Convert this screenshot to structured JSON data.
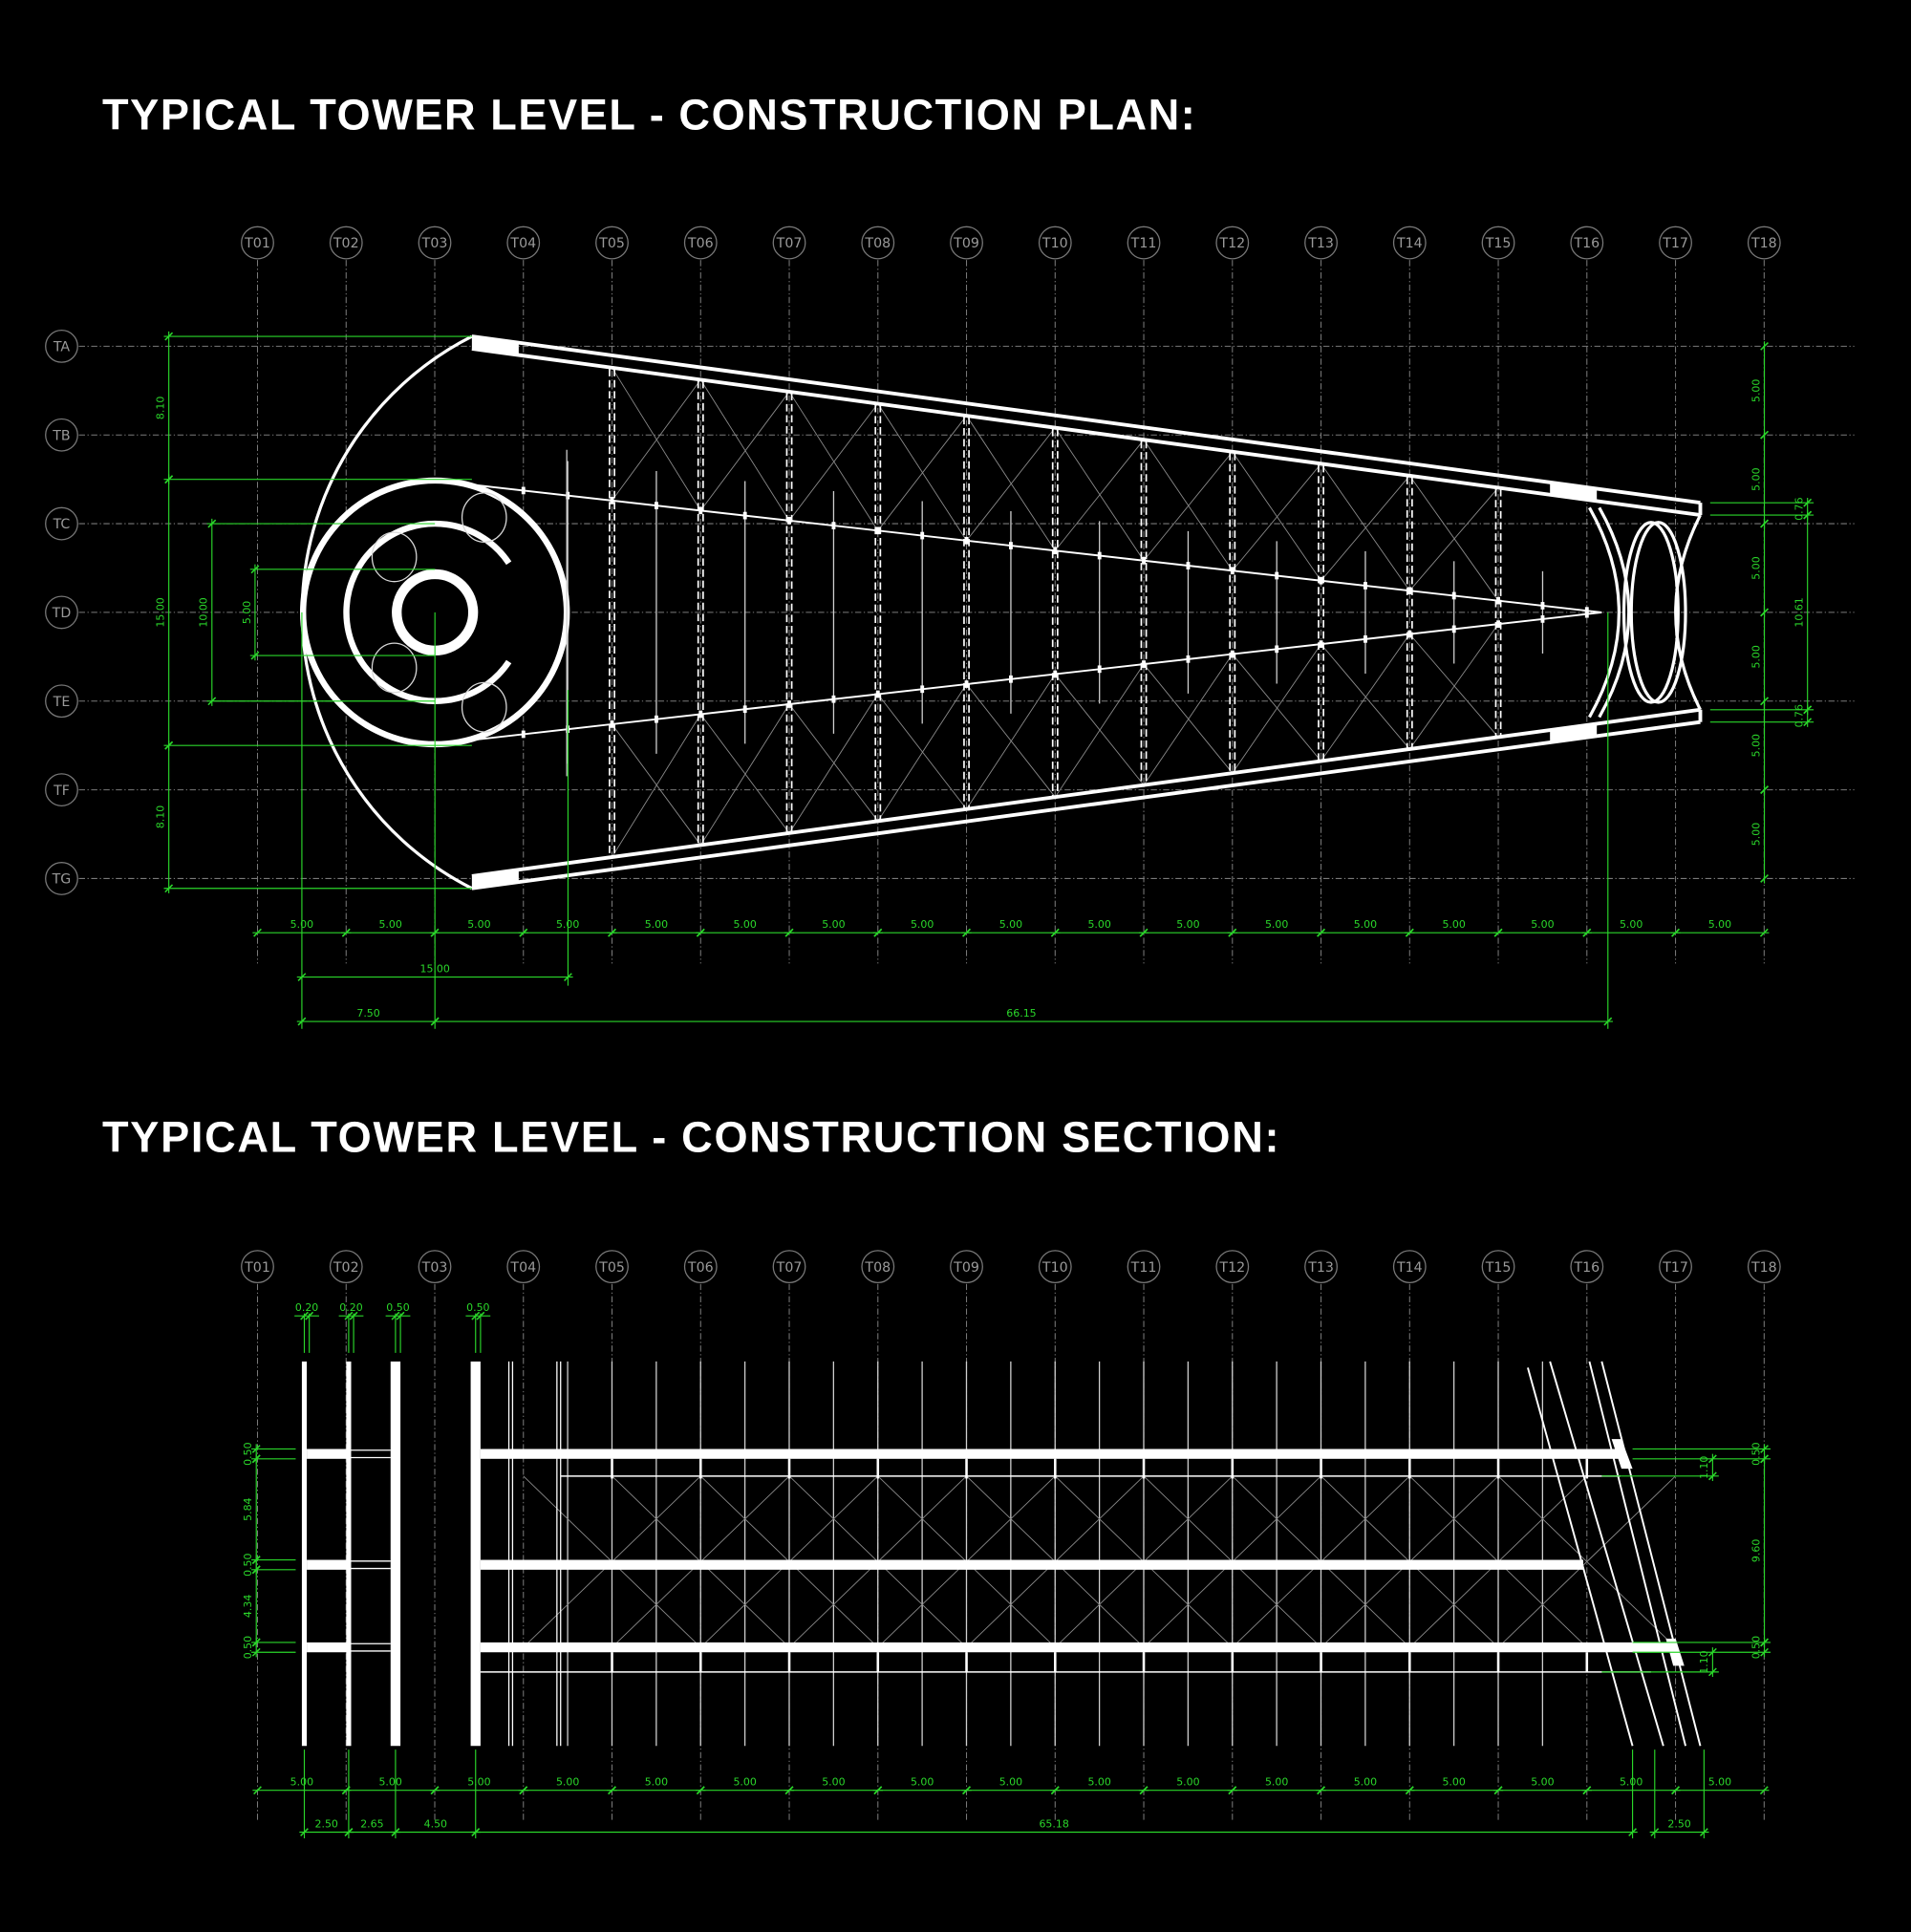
{
  "titles": {
    "plan": "TYPICAL TOWER LEVEL - CONSTRUCTION PLAN:",
    "section": "TYPICAL TOWER LEVEL - CONSTRUCTION SECTION:"
  },
  "grid": {
    "columns": [
      "T01",
      "T02",
      "T03",
      "T04",
      "T05",
      "T06",
      "T07",
      "T08",
      "T09",
      "T10",
      "T11",
      "T12",
      "T13",
      "T14",
      "T15",
      "T16",
      "T17",
      "T18"
    ],
    "rows": [
      "TA",
      "TB",
      "TC",
      "TD",
      "TE",
      "TF",
      "TG"
    ]
  },
  "plan_dims": {
    "bottom_spans": [
      "5.00",
      "5.00",
      "5.00",
      "5.00",
      "5.00",
      "5.00",
      "5.00",
      "5.00",
      "5.00",
      "5.00",
      "5.00",
      "5.00",
      "5.00",
      "5.00",
      "5.00",
      "5.00",
      "5.00"
    ],
    "core_width": "15.00",
    "core_offset": "7.50",
    "overall_length": "66.15",
    "left": [
      "8.10",
      "15.00",
      "8.10"
    ],
    "left_inner": "10.00",
    "left_core": "5.00",
    "right_spans": [
      "5.00",
      "5.00",
      "5.00",
      "5.00",
      "5.00",
      "5.00"
    ],
    "right_end": [
      "0.76",
      "10.61",
      "0.76"
    ]
  },
  "section_dims": {
    "wall_thickness": [
      "0.20",
      "0.20",
      "0.50",
      "0.50"
    ],
    "left": [
      "0.50",
      "5.84",
      "0.50",
      "4.34",
      "0.50"
    ],
    "bottom_spans": [
      "5.00",
      "5.00",
      "5.00",
      "5.00",
      "5.00",
      "5.00",
      "5.00",
      "5.00",
      "5.00",
      "5.00",
      "5.00",
      "5.00",
      "5.00",
      "5.00",
      "5.00",
      "5.00",
      "5.00"
    ],
    "bottom_detail": [
      "2.50",
      "2.65",
      "4.50",
      "65.18",
      "2.50"
    ],
    "right": [
      "0.50",
      "9.60",
      "0.50"
    ],
    "right_inner": [
      "1.10",
      "1.10"
    ]
  },
  "colors": {
    "background": "#000000",
    "structure": "#ffffff",
    "dimension": "#2ad62a",
    "grid": "#7a7a7a"
  }
}
